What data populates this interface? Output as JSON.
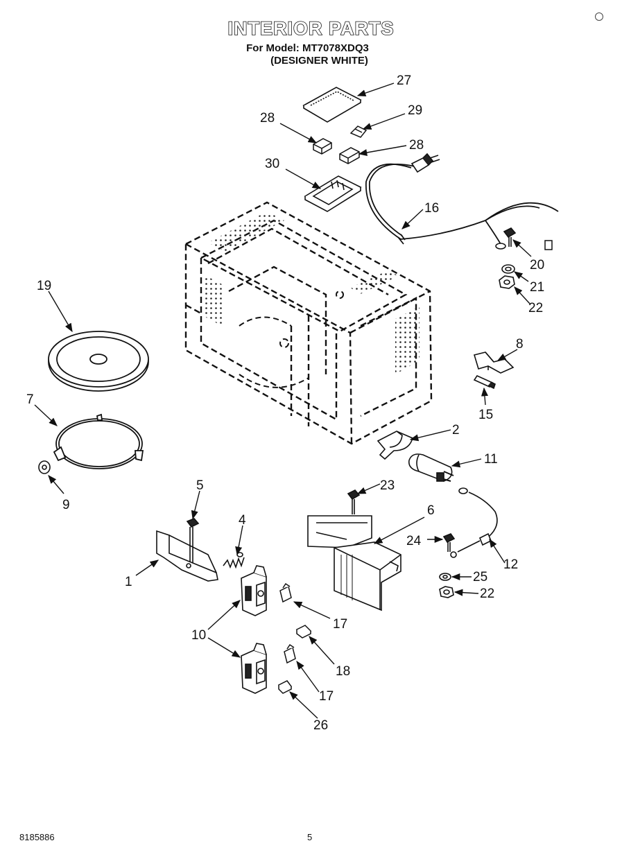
{
  "header": {
    "title": "INTERIOR PARTS",
    "model_line": "For Model: MT7078XDQ3",
    "color_line": "(DESIGNER WHITE)"
  },
  "footer": {
    "doc_number": "8185886",
    "page_number": "5"
  },
  "callouts": [
    {
      "id": "c27",
      "label": "27"
    },
    {
      "id": "c29",
      "label": "29"
    },
    {
      "id": "c28a",
      "label": "28"
    },
    {
      "id": "c28b",
      "label": "28"
    },
    {
      "id": "c30",
      "label": "30"
    },
    {
      "id": "c16",
      "label": "16"
    },
    {
      "id": "c20",
      "label": "20"
    },
    {
      "id": "c21",
      "label": "21"
    },
    {
      "id": "c22a",
      "label": "22"
    },
    {
      "id": "c19",
      "label": "19"
    },
    {
      "id": "c7",
      "label": "7"
    },
    {
      "id": "c9",
      "label": "9"
    },
    {
      "id": "c8",
      "label": "8"
    },
    {
      "id": "c15",
      "label": "15"
    },
    {
      "id": "c2",
      "label": "2"
    },
    {
      "id": "c11",
      "label": "11"
    },
    {
      "id": "c5",
      "label": "5"
    },
    {
      "id": "c4",
      "label": "4"
    },
    {
      "id": "c1",
      "label": "1"
    },
    {
      "id": "c23",
      "label": "23"
    },
    {
      "id": "c6",
      "label": "6"
    },
    {
      "id": "c24",
      "label": "24"
    },
    {
      "id": "c12",
      "label": "12"
    },
    {
      "id": "c25",
      "label": "25"
    },
    {
      "id": "c22b",
      "label": "22"
    },
    {
      "id": "c17a",
      "label": "17"
    },
    {
      "id": "c10",
      "label": "10"
    },
    {
      "id": "c18",
      "label": "18"
    },
    {
      "id": "c17b",
      "label": "17"
    },
    {
      "id": "c26",
      "label": "26"
    }
  ]
}
